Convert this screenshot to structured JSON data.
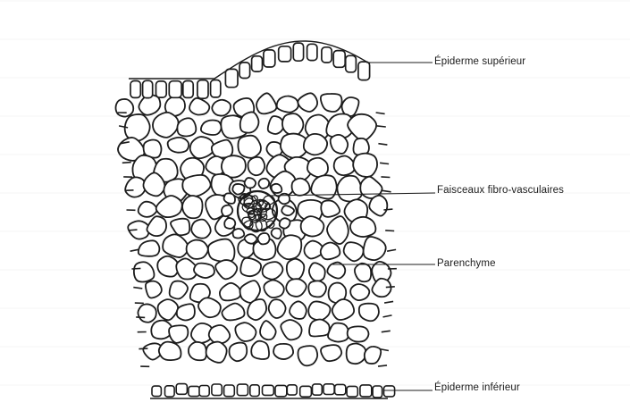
{
  "labels": {
    "epidermis_upper": "Épiderme supérieur",
    "vascular_bundle": "Faisceaux fibro-vasculaires",
    "parenchyma": "Parenchyme",
    "epidermis_lower": "Épiderme inférieur"
  },
  "colors": {
    "ink": "#1c1c1c",
    "paper": "#ffffff"
  }
}
